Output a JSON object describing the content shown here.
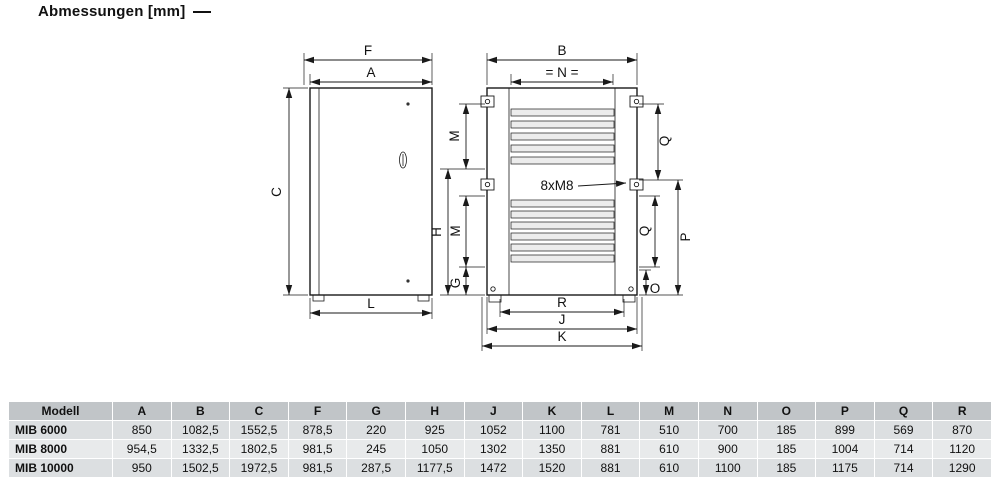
{
  "page": {
    "title": "Abmessungen [mm]"
  },
  "drawing": {
    "labels": {
      "f": "F",
      "a": "A",
      "c": "C",
      "l": "L",
      "b": "B",
      "n": "= N =",
      "m_top": "M",
      "h": "H",
      "m_mid": "M",
      "g": "G",
      "q_top": "Q",
      "q_mid": "Q",
      "p": "P",
      "o": "O",
      "r": "R",
      "j": "J",
      "k": "K",
      "bolts": "8xM8"
    }
  },
  "table": {
    "headers": [
      "Modell",
      "A",
      "B",
      "C",
      "F",
      "G",
      "H",
      "J",
      "K",
      "L",
      "M",
      "N",
      "O",
      "P",
      "Q",
      "R"
    ],
    "rows": [
      {
        "model": "MIB 6000",
        "values": [
          "850",
          "1082,5",
          "1552,5",
          "878,5",
          "220",
          "925",
          "1052",
          "1100",
          "781",
          "510",
          "700",
          "185",
          "899",
          "569",
          "870"
        ]
      },
      {
        "model": "MIB 8000",
        "values": [
          "954,5",
          "1332,5",
          "1802,5",
          "981,5",
          "245",
          "1050",
          "1302",
          "1350",
          "881",
          "610",
          "900",
          "185",
          "1004",
          "714",
          "1120"
        ]
      },
      {
        "model": "MIB 10000",
        "values": [
          "950",
          "1502,5",
          "1972,5",
          "981,5",
          "287,5",
          "1177,5",
          "1472",
          "1520",
          "881",
          "610",
          "1100",
          "185",
          "1175",
          "714",
          "1290"
        ]
      }
    ]
  }
}
